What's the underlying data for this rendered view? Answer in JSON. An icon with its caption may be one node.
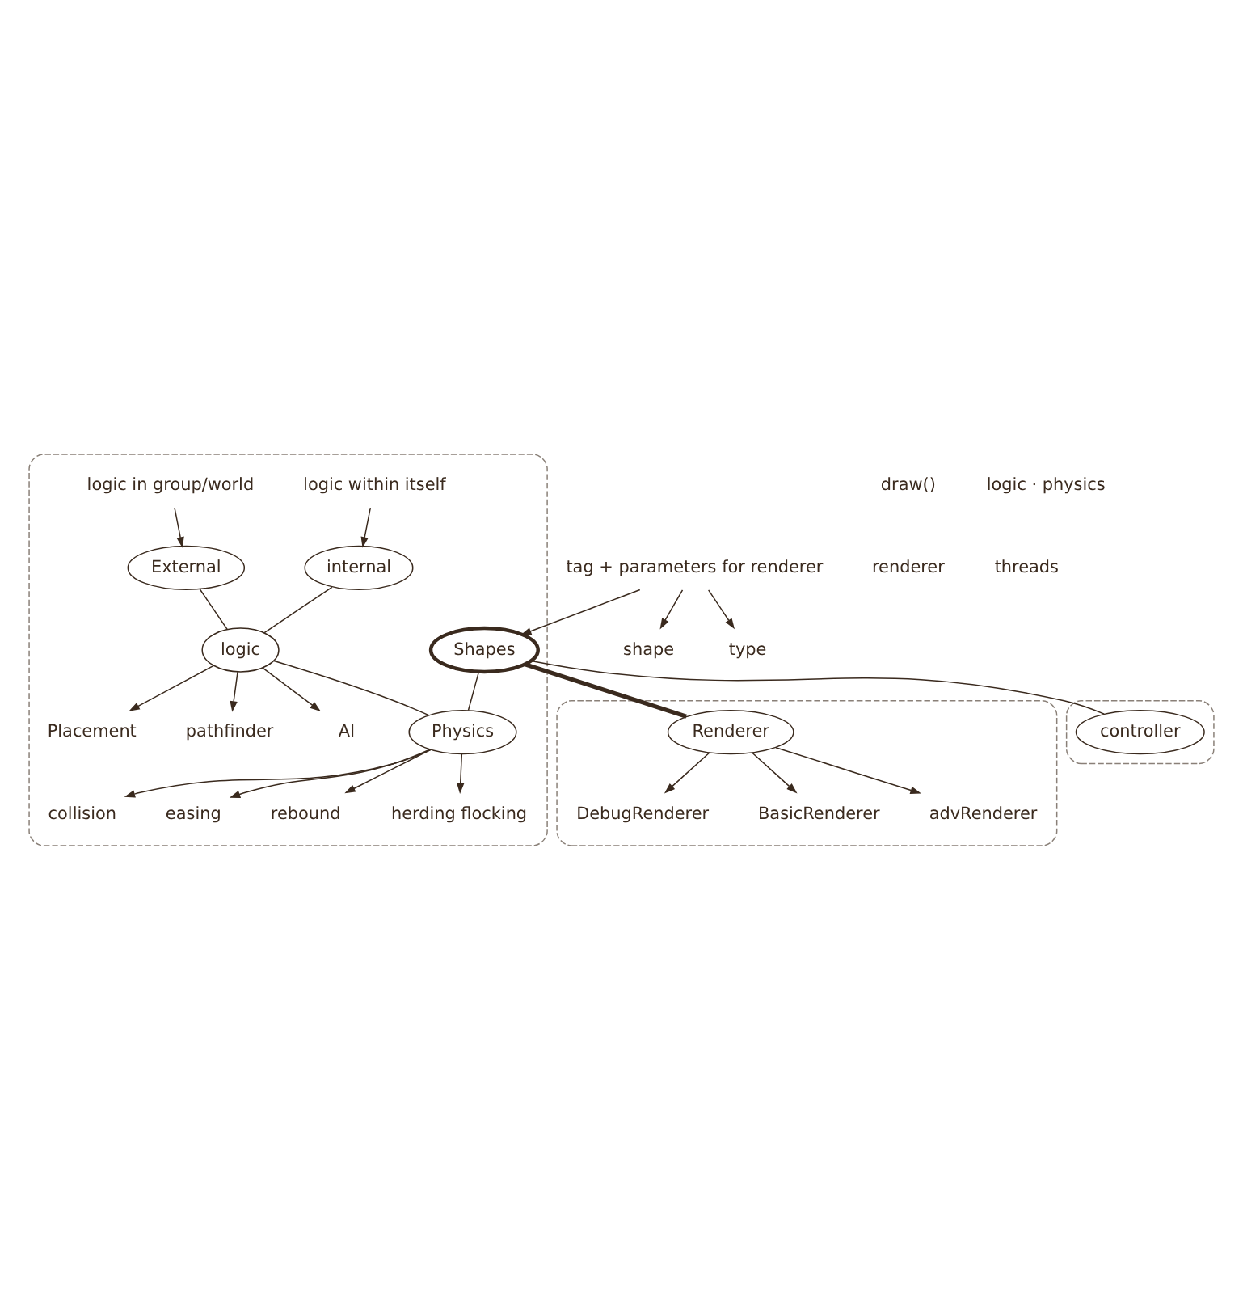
{
  "diagram": {
    "nodes": [
      {
        "text": [],
        "shape": "box"
      },
      {
        "text": [
          "Shapes"
        ],
        "in": 0
      },
      {
        "text": [
          "External"
        ],
        "in": 0
      },
      {
        "text": [
          "internal"
        ],
        "in": 0
      },
      {
        "text": [
          "logic"
        ],
        "in": 0
      },
      {
        "text": [
          "Physics"
        ],
        "in": 0
      },
      {
        "text": [
          "Placement"
        ],
        "in": 0
      },
      {
        "text": [
          "pathfinder"
        ],
        "in": 0
      },
      {
        "text": [
          "AI"
        ],
        "in": 0
      },
      {
        "text": [
          "collision"
        ],
        "in": 0
      },
      {
        "text": [
          "easing"
        ],
        "in": 0
      },
      {
        "text": [
          "rebound"
        ],
        "in": 0
      },
      {
        "text": [
          "herding flocking"
        ],
        "in": 0
      },
      {
        "text": [
          "logic within itself"
        ],
        "in": 0
      },
      {
        "text": [
          "logic in group/world"
        ],
        "in": 0
      },
      {
        "text": [],
        "shape": "box"
      },
      {
        "text": [
          "Renderer"
        ],
        "in": 15
      },
      {
        "text": [
          "DebugRenderer"
        ],
        "in": 15
      },
      {
        "text": [
          "BasicRenderer"
        ],
        "in": 15
      },
      {
        "text": [
          "advRenderer"
        ],
        "in": 15
      },
      {
        "text": [],
        "shape": "box"
      },
      {
        "text": [
          "controller"
        ],
        "in": 20
      },
      {
        "text": [
          "tag + parameters for renderer"
        ]
      },
      {
        "text": [
          "shape"
        ]
      },
      {
        "text": [
          "type"
        ]
      }
    ],
    "edges": [
      {
        "from": 22,
        "to": 23,
        "arrow": "to"
      },
      {
        "from": 22,
        "to": 24,
        "arrow": "to"
      },
      {
        "from": 22,
        "to": 1,
        "arrow": "to"
      },
      {
        "from": 14,
        "to": 2,
        "arrow": "to"
      },
      {
        "from": 13,
        "to": 3,
        "arrow": "to"
      },
      {
        "from": 2,
        "to": 4,
        "arrow": "none"
      },
      {
        "from": 3,
        "to": 4,
        "arrow": "none"
      },
      {
        "from": 1,
        "to": 5,
        "arrow": "none"
      },
      {
        "from": 1,
        "to": 16,
        "arrow": "none",
        "style": "thick"
      },
      {
        "from": 1,
        "to": 21,
        "arrow": "none"
      },
      {
        "from": 4,
        "to": 5,
        "arrow": "none"
      },
      {
        "from": 4,
        "to": 6,
        "arrow": "to"
      },
      {
        "from": 4,
        "to": 7,
        "arrow": "to"
      },
      {
        "from": 4,
        "to": 8,
        "arrow": "to"
      },
      {
        "from": 5,
        "to": 9,
        "arrow": "to"
      },
      {
        "from": 5,
        "to": 10,
        "arrow": "to"
      },
      {
        "from": 5,
        "to": 11,
        "arrow": "to"
      },
      {
        "from": 5,
        "to": 12,
        "arrow": "to"
      },
      {
        "from": 16,
        "to": 17,
        "arrow": "to"
      },
      {
        "from": 16,
        "to": 18,
        "arrow": "to"
      },
      {
        "from": 16,
        "to": 19,
        "arrow": "to"
      }
    ],
    "labels": [
      "draw()",
      "logic · physics",
      "renderer",
      "threads"
    ]
  }
}
